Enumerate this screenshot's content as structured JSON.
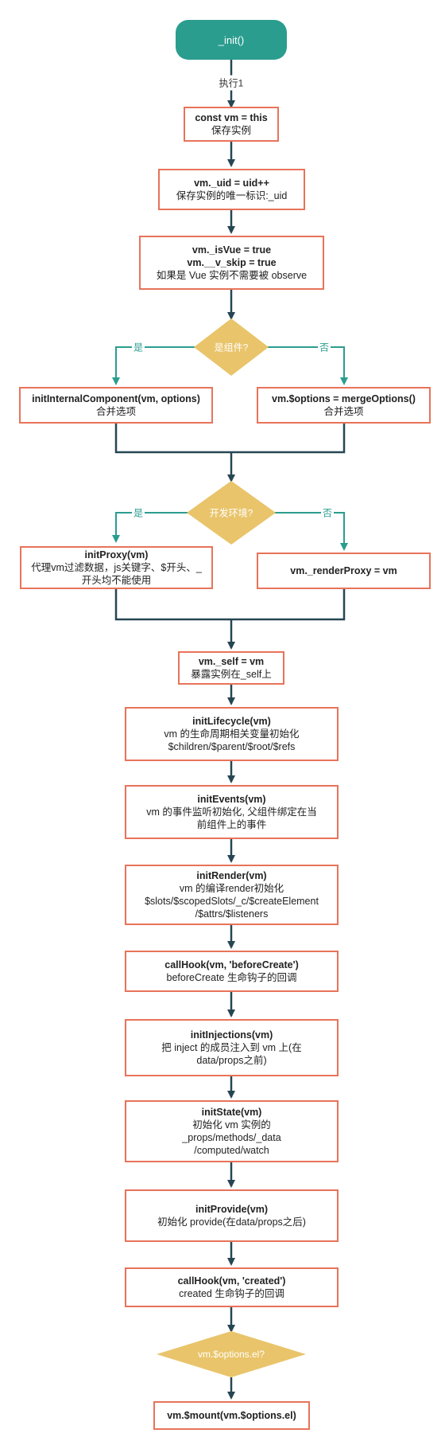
{
  "start": "_init()",
  "step1_label": "执行1",
  "n1": {
    "title": "const vm = this",
    "desc": "保存实例"
  },
  "n2": {
    "title": "vm._uid = uid++",
    "desc": "保存实例的唯一标识:_uid"
  },
  "n3": {
    "title1": "vm._isVue = true",
    "title2": "vm.__v_skip = true",
    "desc": "如果是 Vue 实例不需要被 observe"
  },
  "d1": {
    "label": "是组件?",
    "yes": "是",
    "no": "否"
  },
  "n4": {
    "title": "initInternalComponent(vm, options)",
    "desc": "合并选项"
  },
  "n5": {
    "title": "vm.$options = mergeOptions()",
    "desc": "合并选项"
  },
  "d2": {
    "label": "开发环境?",
    "yes": "是",
    "no": "否"
  },
  "n6": {
    "title": "initProxy(vm)",
    "desc": "代理vm过滤数据，js关键字、$开头、_开头均不能使用"
  },
  "n7": {
    "title": "vm._renderProxy = vm"
  },
  "n8": {
    "title": "vm._self = vm",
    "desc": "暴露实例在_self上"
  },
  "n9": {
    "title": "initLifecycle(vm)",
    "desc1": "vm 的生命周期相关变量初始化",
    "desc2": "$children/$parent/$root/$refs"
  },
  "n10": {
    "title": "initEvents(vm)",
    "desc": "vm 的事件监听初始化, 父组件绑定在当前组件上的事件"
  },
  "n11": {
    "title": "initRender(vm)",
    "desc1": "vm 的编译render初始化",
    "desc2": "$slots/$scopedSlots/_c/$createElement",
    "desc3": "/$attrs/$listeners"
  },
  "n12": {
    "title": "callHook(vm, 'beforeCreate')",
    "desc": "beforeCreate 生命钩子的回调"
  },
  "n13": {
    "title": "initInjections(vm)",
    "desc": "把 inject 的成员注入到 vm 上(在data/props之前)"
  },
  "n14": {
    "title": "initState(vm)",
    "desc1": "初始化 vm 实例的",
    "desc2": "_props/methods/_data",
    "desc3": "/computed/watch"
  },
  "n15": {
    "title": "initProvide(vm)",
    "desc": "初始化 provide(在data/props之后)"
  },
  "n16": {
    "title": "callHook(vm, 'created')",
    "desc": "created 生命钩子的回调"
  },
  "d3": {
    "label": "vm.$options.el?"
  },
  "n17": {
    "title": "vm.$mount(vm.$options.el)"
  },
  "colors": {
    "teal": "#2a9d8f",
    "box_border": "#e8735a",
    "diamond": "#e9c46a",
    "edge": "#264653"
  }
}
